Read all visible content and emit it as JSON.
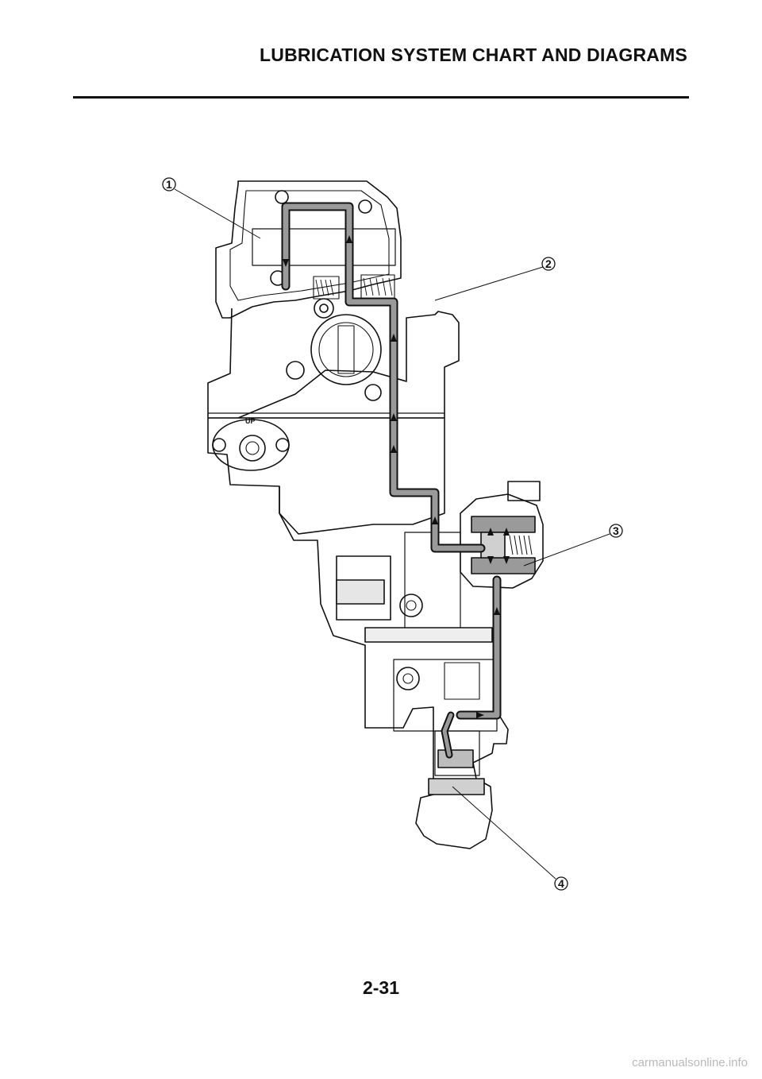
{
  "header": {
    "title": "LUBRICATION SYSTEM CHART AND DIAGRAMS"
  },
  "diagram": {
    "embossed_text": "UP",
    "callouts": [
      "1",
      "2",
      "3",
      "4"
    ]
  },
  "footer": {
    "page_number": "2-31",
    "watermark": "carmanualsonline.info"
  },
  "colors": {
    "ink": "#111111",
    "oil_fill": "#9a9a9a",
    "part_fill": "#d0d0d0"
  }
}
